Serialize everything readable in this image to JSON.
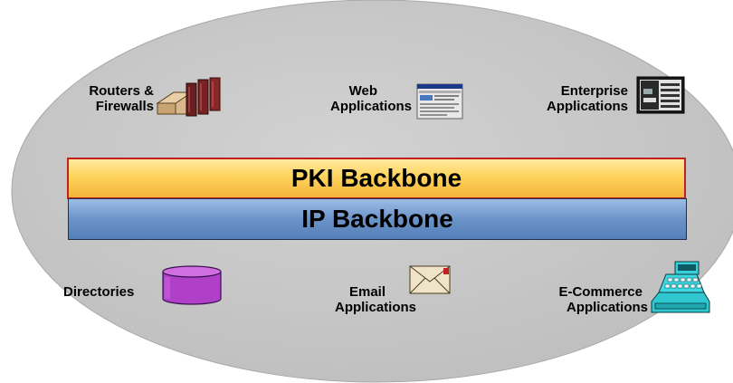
{
  "diagram": {
    "backbones": {
      "pki": "PKI Backbone",
      "ip": "IP Backbone"
    },
    "nodes": {
      "routers": {
        "line1": "Routers &",
        "line2": "Firewalls",
        "icon": "server-rack-icon"
      },
      "web": {
        "line1": "Web",
        "line2": "Applications",
        "icon": "browser-window-icon"
      },
      "enterprise": {
        "line1": "Enterprise",
        "line2": "Applications",
        "icon": "monitor-screen-icon"
      },
      "directories": {
        "line1": "Directories",
        "icon": "database-cylinder-icon"
      },
      "email": {
        "line1": "Email",
        "line2": "Applications",
        "icon": "envelope-icon"
      },
      "ecommerce": {
        "line1": "E-Commerce",
        "line2": "Applications",
        "icon": "cash-register-icon"
      }
    },
    "colors": {
      "ellipse": "#c0c0c0",
      "pki_bar": "#ffd45c",
      "ip_bar": "#6b93c8",
      "directory_icon": "#b040c8",
      "cash_register": "#30c8d0"
    }
  }
}
